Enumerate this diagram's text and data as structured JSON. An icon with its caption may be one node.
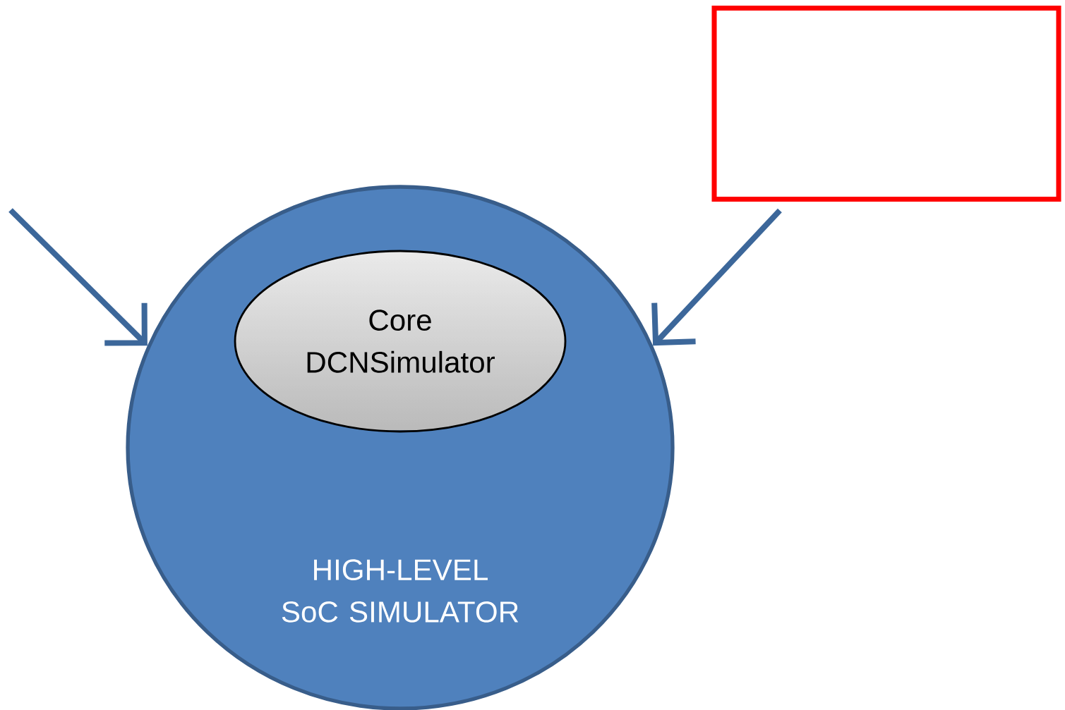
{
  "diagram": {
    "nodes": [
      {
        "text": [
          "HIGH-LEVEL SoC SIMULATOR"
        ]
      },
      {
        "text": [
          "Core DCNSimulator"
        ],
        "in": 0
      },
      {
        "text": [],
        "shape": "box"
      }
    ],
    "edges": [
      {
        "from": null,
        "to": 0,
        "arrow": "to"
      },
      {
        "from": 2,
        "to": 0,
        "arrow": "to"
      }
    ]
  }
}
